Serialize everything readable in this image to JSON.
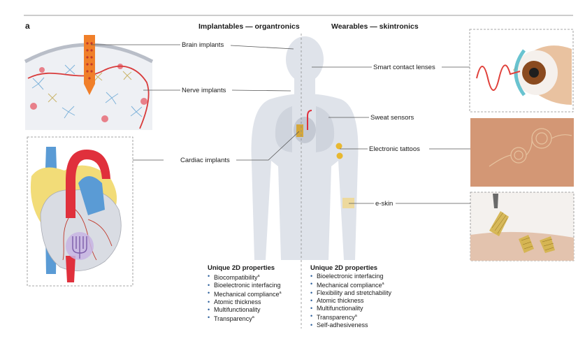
{
  "panel_letter": "a",
  "headings": {
    "left": "Implantables — organtronics",
    "right": "Wearables — skintronics"
  },
  "labels": {
    "brain": "Brain implants",
    "nerve": "Nerve implants",
    "cardiac": "Cardiac implants",
    "contact": "Smart contact lenses",
    "sweat": "Sweat sensors",
    "tattoo": "Electronic tattoos",
    "eskin": "e-skin"
  },
  "properties_left": {
    "title": "Unique 2D properties",
    "items": [
      {
        "text": "Biocompatibility",
        "note": "a"
      },
      {
        "text": "Bioelectronic interfacing",
        "note": ""
      },
      {
        "text": "Mechanical compliance",
        "note": "a"
      },
      {
        "text": "Atomic thickness",
        "note": ""
      },
      {
        "text": "Multifunctionality",
        "note": ""
      },
      {
        "text": "Transparency",
        "note": "a"
      }
    ]
  },
  "properties_right": {
    "title": "Unique 2D properties",
    "items": [
      {
        "text": "Bioelectronic interfacing",
        "note": ""
      },
      {
        "text": "Mechanical compliance",
        "note": "a"
      },
      {
        "text": "Flexibility and stretchability",
        "note": ""
      },
      {
        "text": "Atomic thickness",
        "note": ""
      },
      {
        "text": "Multifunctionality",
        "note": ""
      },
      {
        "text": "Transparency",
        "note": "a"
      },
      {
        "text": "Self-adhesiveness",
        "note": ""
      }
    ]
  },
  "colors": {
    "body": "#dfe3ea",
    "organ": "#cfd4dd",
    "device": "#d4a73a",
    "lead_line": "#555555",
    "aorta": "#e0303c",
    "vein": "#5a9bd5",
    "fat": "#f2dc78",
    "probe": "#f07f2a",
    "neuron_blue": "#7fb3da"
  }
}
